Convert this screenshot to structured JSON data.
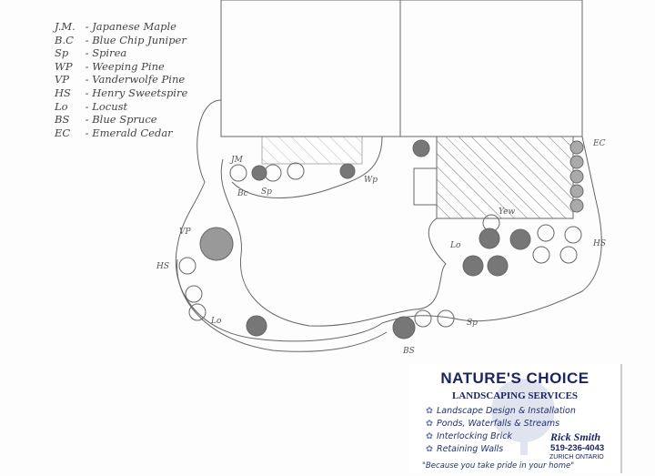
{
  "legend": [
    {
      "code": "J.M.",
      "name": "- Japanese Maple"
    },
    {
      "code": "B.C",
      "name": "- Blue Chip Juniper"
    },
    {
      "code": "Sp",
      "name": "- Spirea"
    },
    {
      "code": "WP",
      "name": "- Weeping Pine"
    },
    {
      "code": "VP",
      "name": "- Vanderwolfe Pine"
    },
    {
      "code": "HS",
      "name": "- Henry Sweetspire"
    },
    {
      "code": "Lo",
      "name": "- Locust"
    },
    {
      "code": "BS",
      "name": "- Blue Spruce"
    },
    {
      "code": "EC",
      "name": "- Emerald Cedar"
    }
  ],
  "plan_labels": {
    "jm": "JM",
    "bc": "Bc",
    "sp1": "Sp",
    "wp": "Wp",
    "vp": "VP",
    "hs1": "HS",
    "lo1": "Lo",
    "bs": "BS",
    "sp2": "Sp",
    "yew": "Yew",
    "lo2": "Lo",
    "hs2": "HS",
    "ec": "EC"
  },
  "card": {
    "title": "NATURE'S CHOICE",
    "subtitle": "LANDSCAPING SERVICES",
    "services": [
      "Landscape Design & Installation",
      "Ponds, Waterfalls & Streams",
      "Interlocking Brick",
      "Retaining Walls"
    ],
    "name": "Rick Smith",
    "phone": "519-236-4043",
    "location": "ZURICH ONTARIO",
    "tagline": "\"Because you take pride in your home\""
  }
}
